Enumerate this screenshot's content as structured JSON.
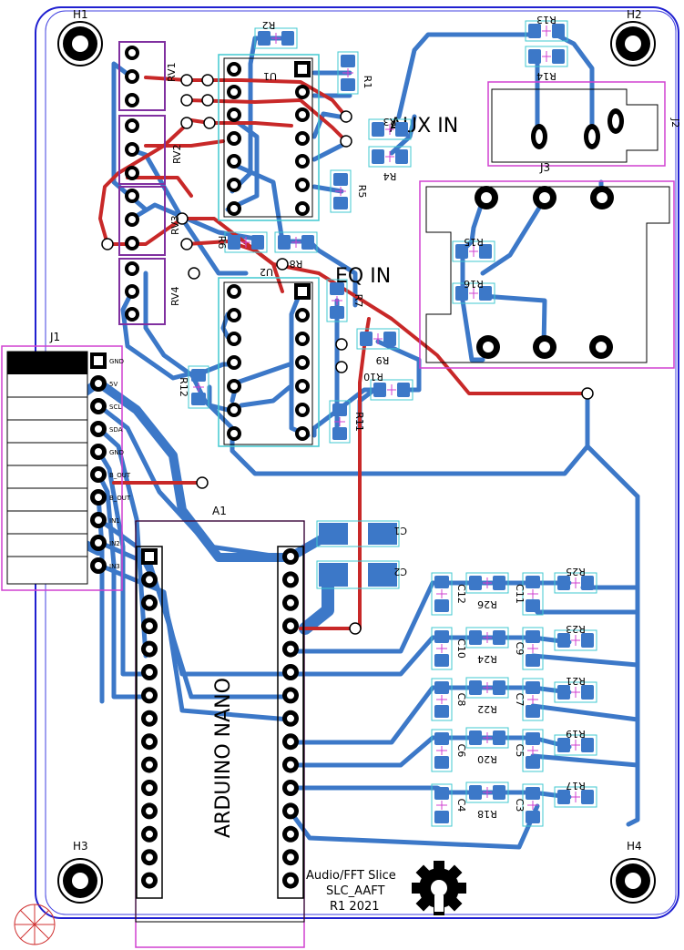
{
  "board": {
    "colors": {
      "top_copper": "#c82828",
      "bottom_copper": "#3c78c8",
      "outline": "#2020d0",
      "courtyard": "#d040d0",
      "fab": "#40c8d0",
      "silk": "#000000"
    }
  },
  "mounting_holes": {
    "h1": "H1",
    "h2": "H2",
    "h3": "H3",
    "h4": "H4"
  },
  "refs": {
    "r1": "R1",
    "r2": "R2",
    "r3": "R3",
    "r4": "R4",
    "r5": "R5",
    "r6": "R6",
    "r7": "R7",
    "r8": "R8",
    "r9": "R9",
    "r10": "R10",
    "r11": "R11",
    "r12": "R12",
    "r13": "R13",
    "r14": "R14",
    "r15": "R15",
    "r16": "R16",
    "r17": "R17",
    "r18": "R18",
    "r19": "R19",
    "r20": "R20",
    "r21": "R21",
    "r22": "R22",
    "r23": "R23",
    "r24": "R24",
    "r25": "R25",
    "r26": "R26",
    "c1": "C1",
    "c2": "C2",
    "c3": "C3",
    "c4": "C4",
    "c5": "C5",
    "c6": "C6",
    "c7": "C7",
    "c8": "C8",
    "c9": "C9",
    "c10": "C10",
    "c11": "C11",
    "c12": "C12",
    "u1": "U1",
    "u2": "U2",
    "rv1": "RV1",
    "rv2": "RV2",
    "rv3": "RV3",
    "rv4": "RV4",
    "j1": "J1",
    "j2": "J2",
    "j3": "J3",
    "a1": "A1"
  },
  "silk_text": {
    "aux_in": "AUX IN",
    "eq_in": "EQ IN",
    "arduino_nano": "ARDUINO NANO",
    "title_line1": "Audio/FFT Slice",
    "title_line2": "SLC_AAFT",
    "title_line3": "R1 2021"
  },
  "j1_pins": [
    "GND",
    "5V",
    "SCL",
    "SDA",
    "GND",
    "B_OUT",
    "B_OUT",
    "IN1",
    "IN2",
    "IN3"
  ]
}
